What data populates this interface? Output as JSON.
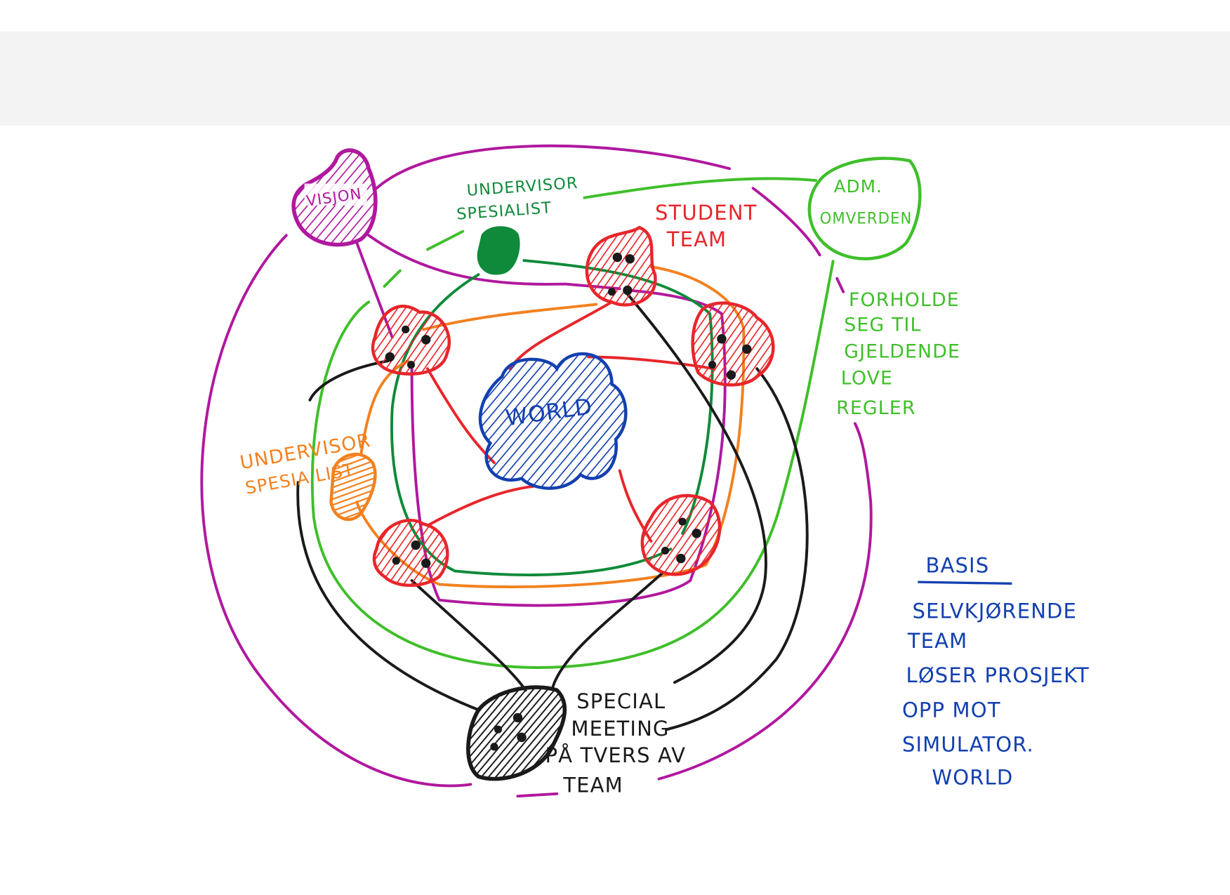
{
  "colors": {
    "magenta": "#b0189e",
    "green": "#3fbf2a",
    "dark_green": "#0e8a3a",
    "red": "#e8262b",
    "orange": "#f2811f",
    "blue": "#1340b0",
    "black": "#1a1a1a"
  },
  "nodes": {
    "vision": "VISJON",
    "teacher_specialist_green": [
      "UNDERVISOR",
      "SPESIALIST"
    ],
    "student_team": [
      "STUDENT",
      "TEAM"
    ],
    "adm_environment": [
      "ADM.",
      "OMVERDEN"
    ],
    "teacher_specialist_orange": [
      "UNDERVISOR",
      "SPESIA LIST"
    ],
    "world": "WORLD",
    "special_meeting": [
      "SPECIAL",
      "MEETING",
      "PÅ TVERS AV",
      "TEAM"
    ]
  },
  "notes": {
    "rules": [
      "FORHOLDE",
      "SEG TIL",
      "GJELDENDE",
      "LOVE",
      "REGLER"
    ],
    "basis_title": "BASIS",
    "basis_lines": [
      "SELVKJØRENDE",
      "TEAM",
      "LØSER PROSJEKT",
      "OPP MOT",
      "SIMULATOR.",
      "WORLD"
    ]
  }
}
